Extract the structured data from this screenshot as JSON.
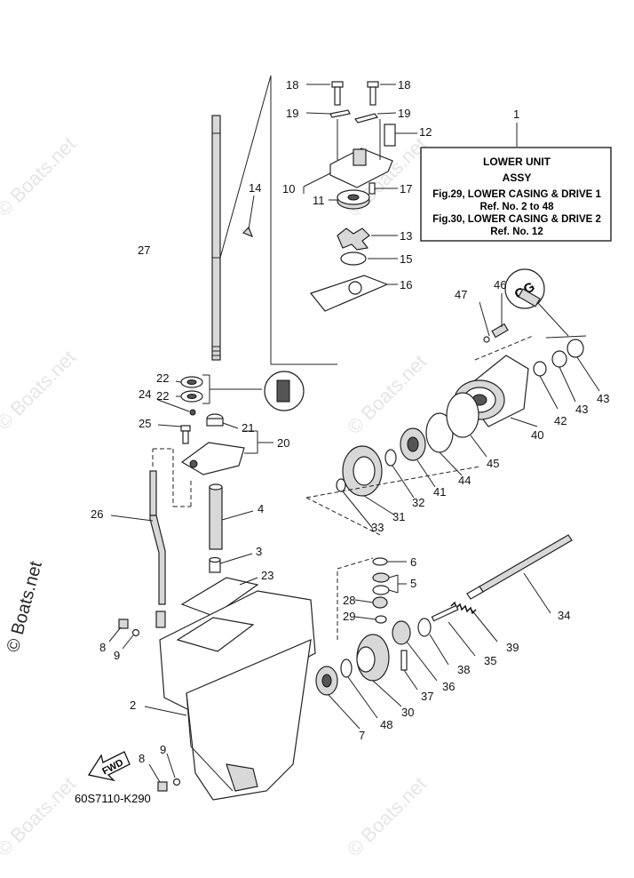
{
  "info_box": {
    "ref_number": "1",
    "title": "LOWER UNIT",
    "subtitle": "ASSY",
    "line1": "Fig.29, LOWER CASING & DRIVE 1",
    "line2": "Ref. No. 2 to 48",
    "line3": "Fig.30, LOWER CASING & DRIVE 2",
    "line4": "Ref. No. 12"
  },
  "figure_code": "60S7110-K290",
  "fwd_label": "FWD",
  "watermark": "© Boats.net",
  "callouts": {
    "c18a": "18",
    "c18b": "18",
    "c19a": "19",
    "c19b": "19",
    "c12": "12",
    "c10": "10",
    "c11": "11",
    "c17": "17",
    "c13": "13",
    "c15": "15",
    "c16": "16",
    "c14": "14",
    "c27": "27",
    "c22a": "22",
    "c22b": "22",
    "c24": "24",
    "c25": "25",
    "c21": "21",
    "c20": "20",
    "c26": "26",
    "c4": "4",
    "c3": "3",
    "c23": "23",
    "c8a": "8",
    "c9a": "9",
    "c2": "2",
    "c8b": "8",
    "c9b": "9",
    "c46": "46",
    "c47": "47",
    "c42": "42",
    "c43a": "43",
    "c43b": "43",
    "c40": "40",
    "c45": "45",
    "c44": "44",
    "c41": "41",
    "c32": "32",
    "c31": "31",
    "c33": "33",
    "c6": "6",
    "c5": "5",
    "c28": "28",
    "c29": "29",
    "c34": "34",
    "c39": "39",
    "c35": "35",
    "c38": "38",
    "c36": "36",
    "c37": "37",
    "c30": "30",
    "c48": "48",
    "c7": "7"
  }
}
